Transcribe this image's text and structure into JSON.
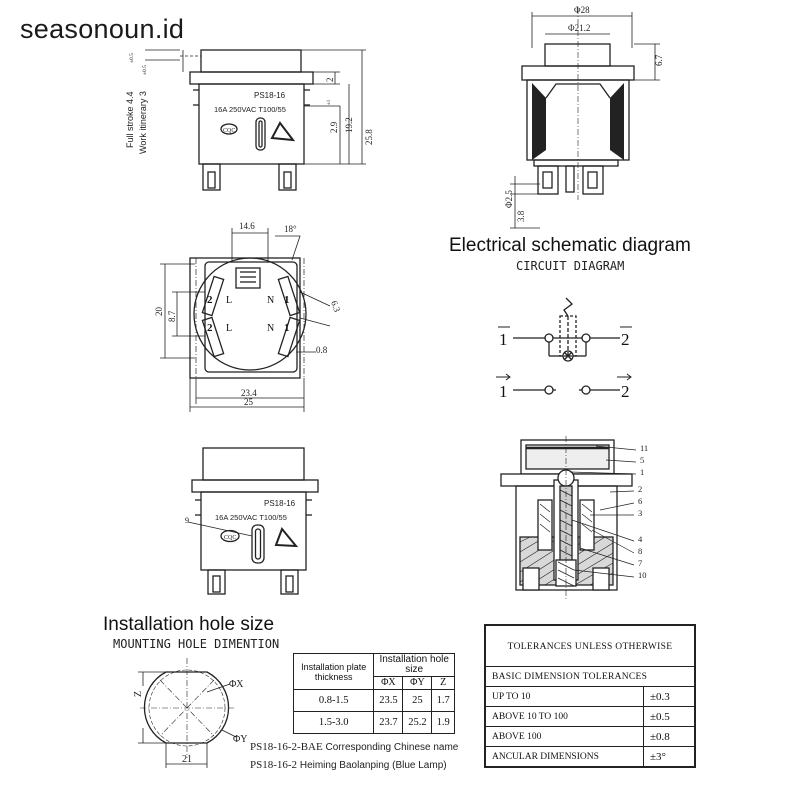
{
  "watermark": "seasonoun.id",
  "front_view": {
    "part_no": "PS18-16",
    "rating": "16A 250VAC T100/55",
    "cqc": "CQC",
    "full_stroke": "Full stroke 4.4",
    "full_stroke_tol": "±0.5",
    "work_itinerary": "Work itinerary 3",
    "work_itinerary_tol": "±0.5",
    "dim_2": "2",
    "dim_2_9": "2.9",
    "dim_2_9_tol": "±1",
    "dim_19_2": "19.2",
    "dim_25_8": "25.8"
  },
  "side_view": {
    "dim_28": "Φ28",
    "dim_21_2": "Φ21.2",
    "dim_6_7": "6.7",
    "dim_2_5": "Φ2.5",
    "dim_3_8": "3.8"
  },
  "bottom_view": {
    "dim_14_6": "14.6",
    "dim_18deg": "18°",
    "dim_20": "20",
    "dim_8_7": "8.7",
    "dim_6_3": "6.3",
    "dim_0_8": "0.8",
    "dim_23_4": "23.4",
    "dim_25": "25",
    "t_2l_top": "2",
    "t_2l_top_l": "L",
    "t_n1_top": "N",
    "t_n1_top_1": "1",
    "t_2l_bot": "2",
    "t_2l_bot_l": "L",
    "t_n1_bot": "N",
    "t_n1_bot_1": "1"
  },
  "lamp_view": {
    "part_no": "PS18-16",
    "rating": "16A 250VAC T100/55",
    "cqc": "CQC",
    "callout_9": "9"
  },
  "schematic": {
    "title_en": "Electrical schematic diagram",
    "title_cn": "CIRCUIT DIAGRAM",
    "label_1_top": "1",
    "label_2_top": "2",
    "label_1_bot": "1",
    "label_2_bot": "2"
  },
  "section_view": {
    "callouts": [
      "11",
      "5",
      "1",
      "2",
      "6",
      "3",
      "4",
      "8",
      "7",
      "10"
    ]
  },
  "mounting": {
    "title_en": "Installation hole size",
    "title_cn": "MOUNTING HOLE DIMENTION",
    "dim_phi_x": "ΦX",
    "dim_phi_y": "ΦY",
    "dim_z": "Z",
    "dim_21": "21",
    "table": {
      "col1_header": "Installation plate thickness",
      "group_header": "Installation hole size",
      "sub_headers": [
        "ΦX",
        "ΦY",
        "Z"
      ],
      "rows": [
        [
          "0.8-1.5",
          "23.5",
          "25",
          "1.7"
        ],
        [
          "1.5-3.0",
          "23.7",
          "25.2",
          "1.9"
        ]
      ]
    },
    "note1_code": "PS18-16-2-BAE",
    "note1_text": "Corresponding Chinese name",
    "note2_code": "PS18-16-2",
    "note2_text": "Heiming Baolanping (Blue Lamp)"
  },
  "tolerances": {
    "title": "TOLERANCES UNLESS OTHERWISE",
    "basic": "BASIC DIMENSION TOLERANCES",
    "rows": [
      [
        "UP TO 10",
        "±0.3"
      ],
      [
        "ABOVE 10 TO 100",
        "±0.5"
      ],
      [
        "ABOVE 100",
        "±0.8"
      ],
      [
        "ANCULAR DIMENSIONS",
        "±3°"
      ]
    ]
  }
}
